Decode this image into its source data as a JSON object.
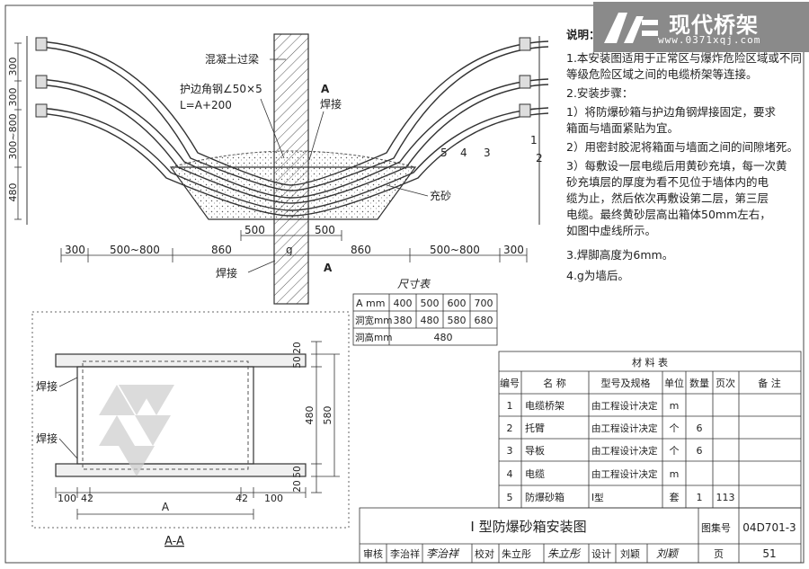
{
  "watermark": {
    "brand": "现代桥架",
    "url": "www.0371xqj.com"
  },
  "notes": {
    "title": "说明：",
    "lines": [
      "1.本安装图适用于正常区与爆炸危险区域或不同",
      "  等级危险区域之间的电缆桥架等连接。",
      "2.安装步骤：",
      "  1）将防爆砂箱与护边角钢焊接固定，要求",
      "     箱面与墙面紧贴为宜。",
      "  2）用密封胶泥将箱面与墙面之间的间隙堵死。",
      "  3）每敷设一层电缆后用黄砂充填，每一次黄",
      "     砂充填层的厚度为看不见位于墙体内的电",
      "     缆为止，然后依次再敷设第二层，第三层",
      "     电缆。最终黄砂层高出箱体50mm左右，",
      "     如图中虚线所示。",
      "3.焊脚高度为6mm。",
      "4.g为墙后。"
    ]
  },
  "elevation": {
    "label_beam": "混凝土过梁",
    "label_angle": "护边角钢∠50×5",
    "label_length": "L=A+200",
    "label_weld_top": "焊接",
    "label_weld_bottom": "焊接",
    "label_sand": "充砂",
    "section_mark": "A",
    "callouts": [
      "5",
      "4",
      "3",
      "1",
      "2"
    ],
    "dims_left": [
      "300",
      "300",
      "300~800",
      "480"
    ],
    "dims_bottom": [
      "300",
      "500~800",
      "860",
      "500",
      "g",
      "500",
      "860",
      "500~800",
      "300"
    ]
  },
  "size_table": {
    "title": "尺寸表",
    "rows": [
      {
        "label": "A mm",
        "values": [
          "400",
          "500",
          "600",
          "700"
        ]
      },
      {
        "label": "洞宽mm",
        "values": [
          "380",
          "480",
          "580",
          "680"
        ]
      },
      {
        "label": "洞高mm",
        "values": [
          "480"
        ]
      }
    ]
  },
  "section": {
    "label": "A-A",
    "weld1": "焊接",
    "weld2": "焊接",
    "dims_right": [
      "20",
      "50",
      "480",
      "580",
      "50",
      "20"
    ],
    "dims_bottom": [
      "100",
      "42",
      "A",
      "42",
      "100"
    ]
  },
  "materials": {
    "title": "材 料 表",
    "headers": [
      "编号",
      "名 称",
      "型号及规格",
      "单位",
      "数量",
      "页次",
      "备 注"
    ],
    "rows": [
      [
        "1",
        "电缆桥架",
        "由工程设计决定",
        "m",
        "",
        "",
        ""
      ],
      [
        "2",
        "托臂",
        "由工程设计决定",
        "个",
        "6",
        "",
        ""
      ],
      [
        "3",
        "导板",
        "由工程设计决定",
        "个",
        "6",
        "",
        ""
      ],
      [
        "4",
        "电缆",
        "由工程设计决定",
        "m",
        "",
        "",
        ""
      ],
      [
        "5",
        "防爆砂箱",
        "I型",
        "套",
        "1",
        "113",
        ""
      ]
    ]
  },
  "title_block": {
    "title": "I 型防爆砂箱安装图",
    "atlas_label": "图集号",
    "atlas_no": "04D701-3",
    "review_label": "审核",
    "reviewer": "李治祥",
    "check_label": "校对",
    "checker": "朱立彤",
    "design_label": "设计",
    "designer": "刘颖",
    "page_label": "页",
    "page_no": "51"
  }
}
